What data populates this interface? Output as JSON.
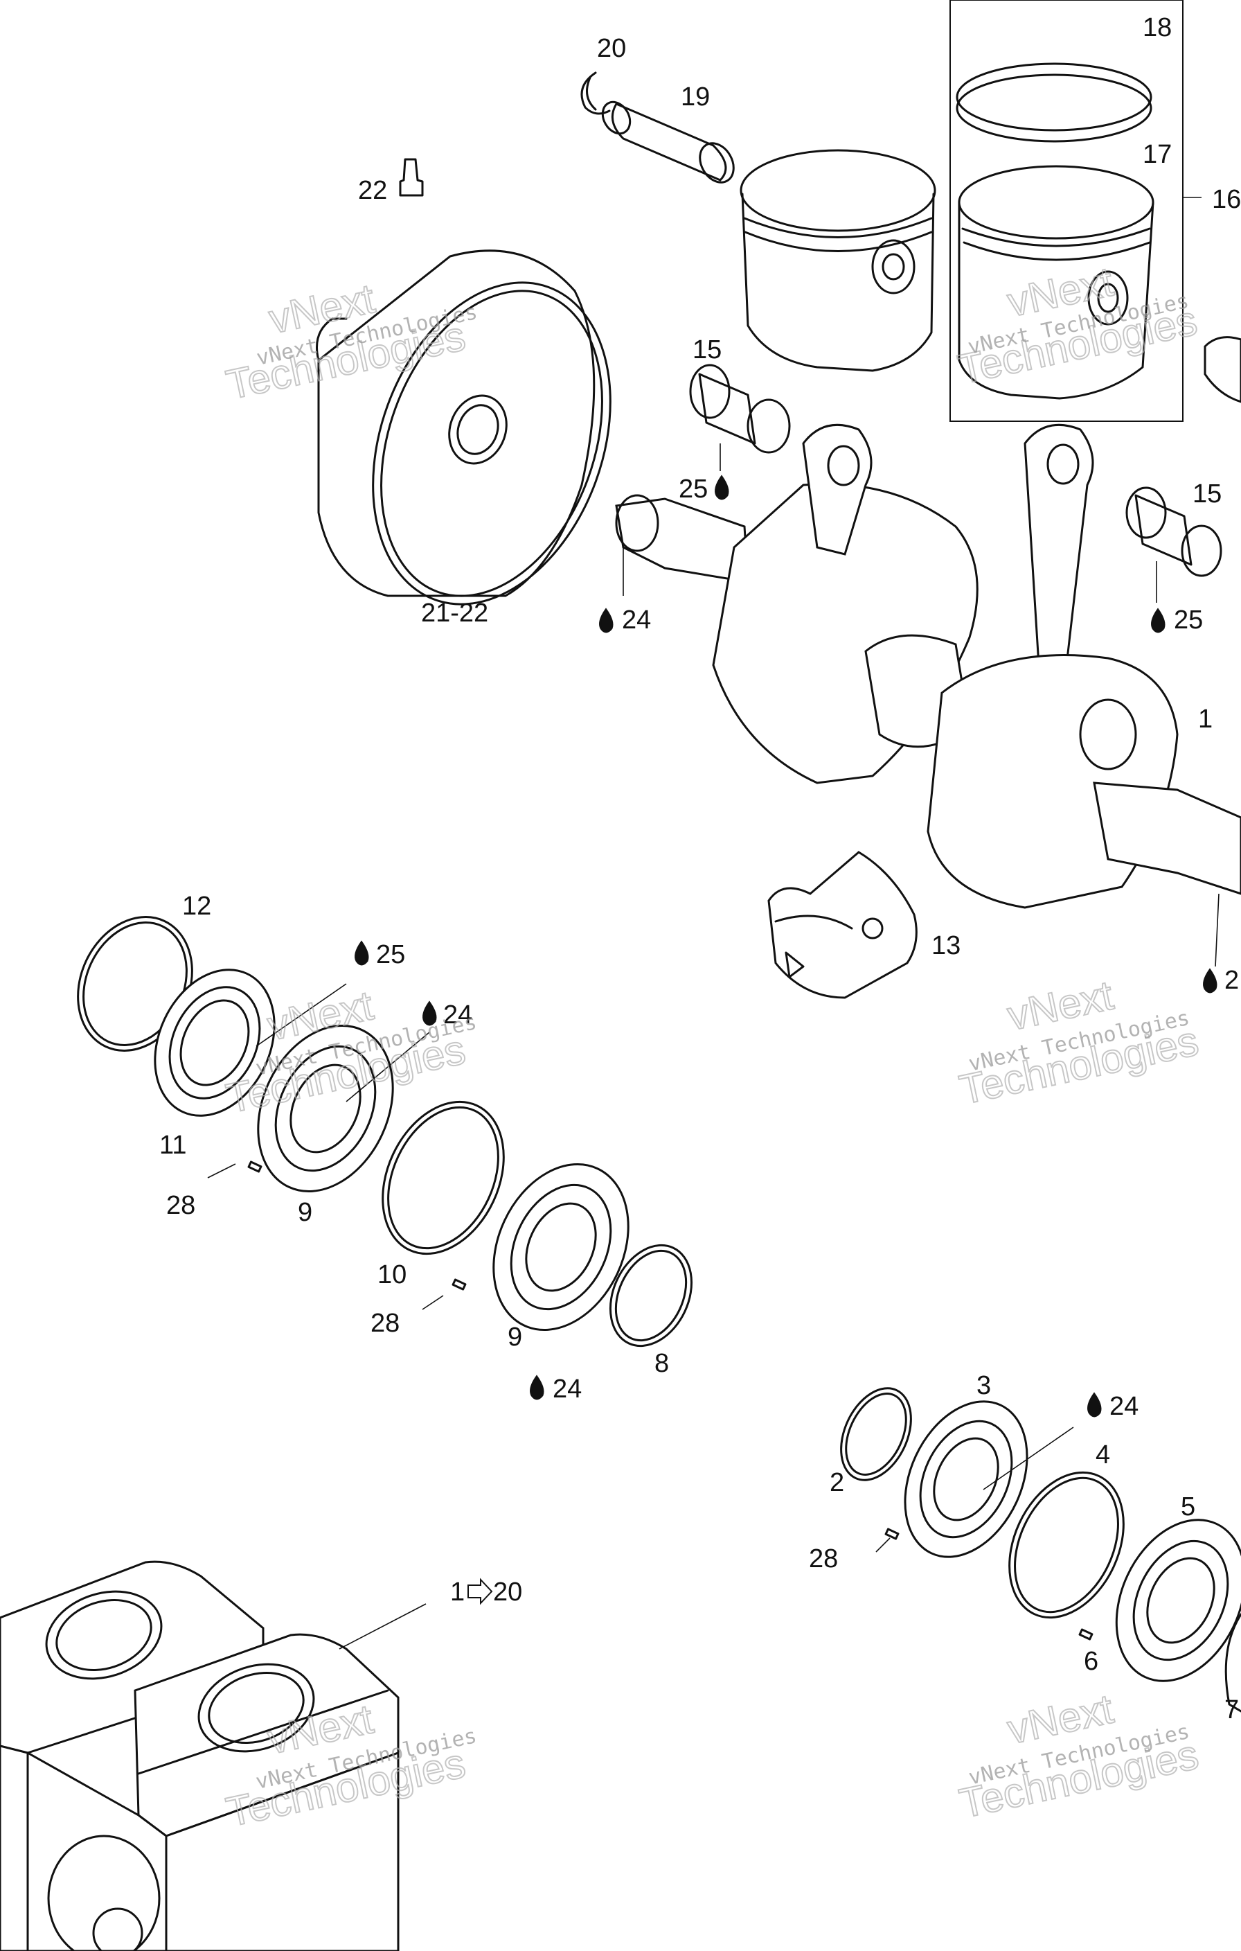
{
  "watermark": {
    "brand": "vNext",
    "brand_sub": "Technologies",
    "line": "vNext Technologies"
  },
  "callouts": {
    "c1": "1",
    "c2": "2",
    "c3": "3",
    "c4": "4",
    "c5": "5",
    "c6": "6",
    "c7": "7",
    "c8": "8",
    "c9a": "9",
    "c9b": "9",
    "c10": "10",
    "c11": "11",
    "c12": "12",
    "c13": "13",
    "c15a": "15",
    "c15b": "15",
    "c16": "16",
    "c17": "17",
    "c18": "18",
    "c19": "19",
    "c20": "20",
    "c21_22": "21-22",
    "c22": "22",
    "c24a": "24",
    "c24b": "24",
    "c24c": "24",
    "c24d": "24",
    "c24e": "2",
    "c25a": "25",
    "c25b": "25",
    "c25c": "25",
    "c28a": "28",
    "c28b": "28",
    "c28c": "28",
    "c1to20_start": "1",
    "c1to20_end": "20"
  }
}
